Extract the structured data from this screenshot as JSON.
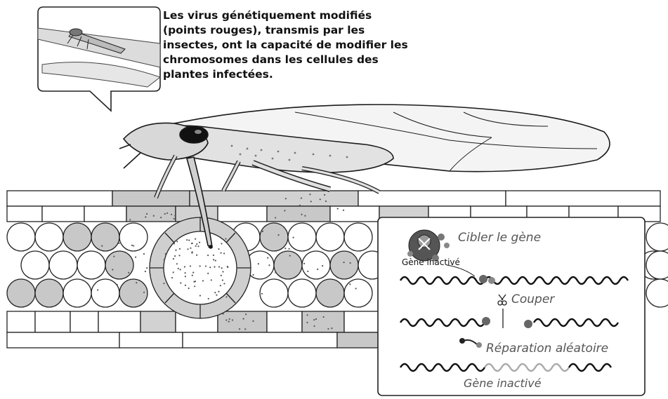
{
  "caption": {
    "lines": [
      "Les virus génétiquement modifiés",
      "(points rouges), transmis par les",
      "insectes, ont la capacité de modifier les",
      "chromosomes dans les cellules des",
      "plantes infectées."
    ]
  },
  "inset": {
    "steps": {
      "target": "Cibler le gène",
      "inactive_gene_label": "Gène inactivé",
      "cut": "Couper",
      "repair": "Réparation aléatoire",
      "result": "Gène inactivé"
    }
  },
  "colors": {
    "ink": "#1a1a1a",
    "cell_gray": "#c8c8c8",
    "cell_dark": "#b4b4b4",
    "virus_red": "#8a8a8a",
    "label_gray": "#6a6a6a"
  }
}
